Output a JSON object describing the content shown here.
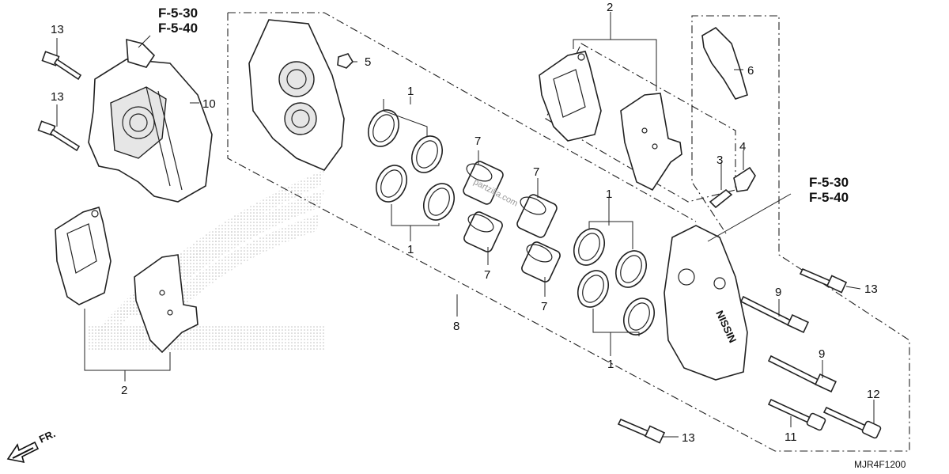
{
  "ref_codes": {
    "top_left_a": "F-5-30",
    "top_left_b": "F-5-40",
    "right_a": "F-5-30",
    "right_b": "F-5-40"
  },
  "callouts": {
    "seal_upper": "1",
    "seal_lower": "1",
    "seal_right_upper": "1",
    "seal_right_lower": "1",
    "pads_top": "2",
    "pads_left": "2",
    "screw_3": "3",
    "bleeder_4": "4",
    "cap_5": "5",
    "spring_6": "6",
    "piston_a": "7",
    "piston_b": "7",
    "piston_c": "7",
    "piston_d": "7",
    "caliper_assy_8": "8",
    "pin_9a": "9",
    "pin_9b": "9",
    "caliper_10": "10",
    "bolt_11": "11",
    "bolt_12": "12",
    "bolt_13a": "13",
    "bolt_13b": "13",
    "bolt_13c": "13",
    "bolt_13d": "13"
  },
  "caliper_brand": "NISSIN",
  "watermark": "partzilla.com",
  "direction_label": "FR.",
  "diagram_code": "MJR4F1200",
  "colors": {
    "ink": "#222222",
    "shade": "#e6e6e6",
    "halftone": "#bdbdbd"
  }
}
